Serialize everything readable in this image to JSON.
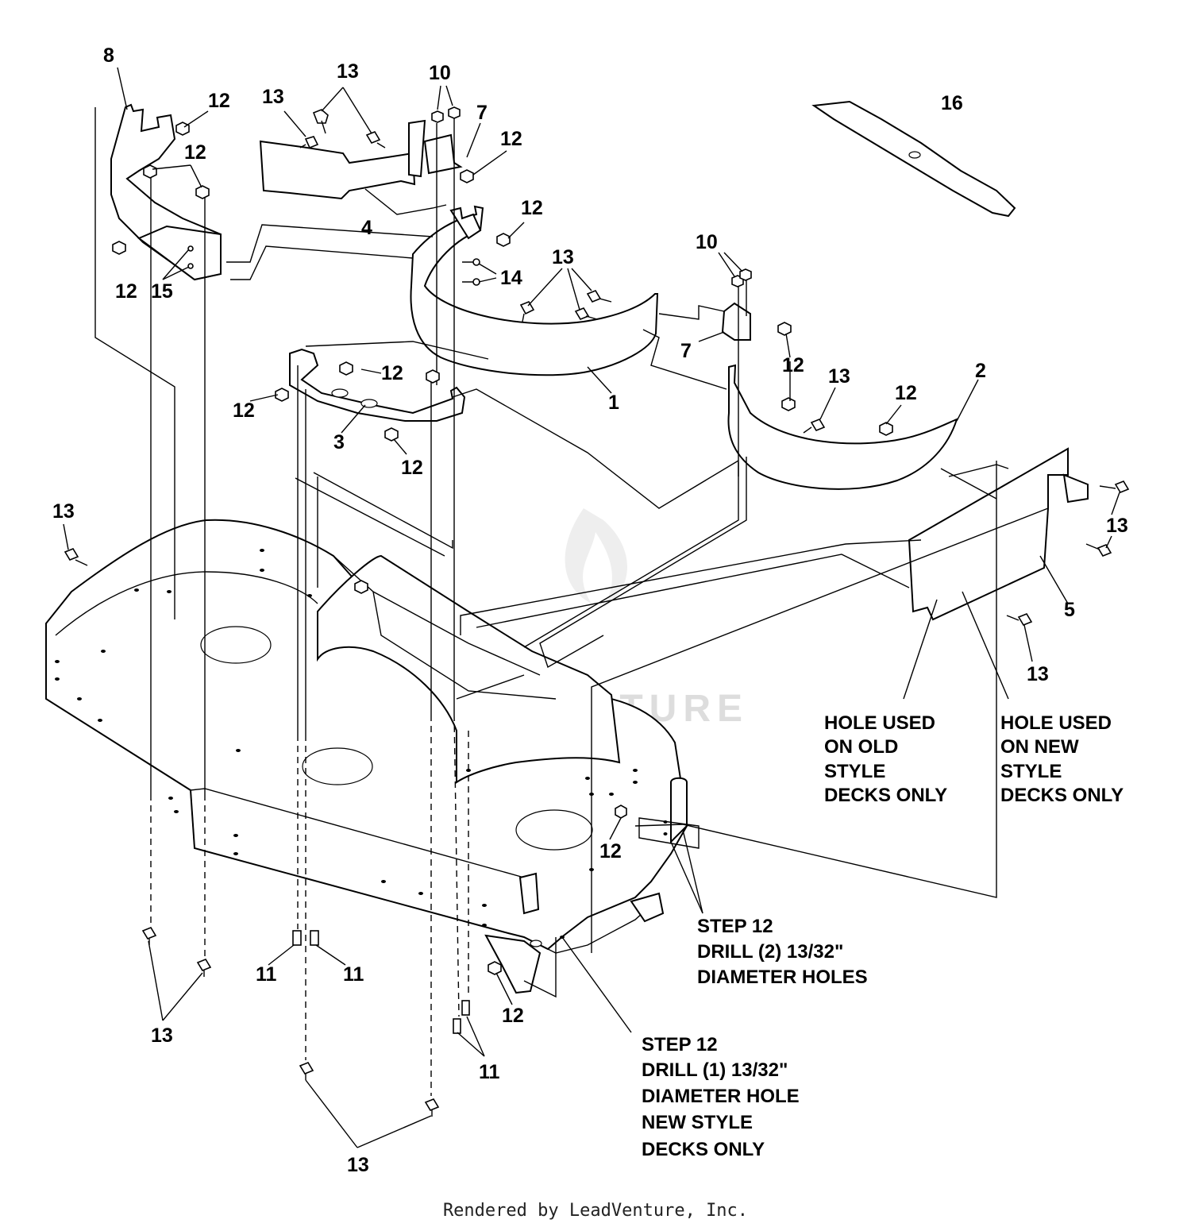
{
  "callouts": {
    "c8": "8",
    "c13a": "13",
    "c13b": "13",
    "c12a": "12",
    "c12b": "12",
    "c12c": "12",
    "c10a": "10",
    "c7a": "7",
    "c12d": "12",
    "c16": "16",
    "c4": "4",
    "c12e": "12",
    "c14": "14",
    "c15": "15",
    "c13c": "13",
    "c10b": "10",
    "c7b": "7",
    "c12f": "12",
    "c12g": "12",
    "c1": "1",
    "c12h": "12",
    "c13d": "13",
    "c12i": "12",
    "c2": "2",
    "c3": "3",
    "c12j": "12",
    "c13e": "13",
    "c13f": "13",
    "c5": "5",
    "c13g": "13",
    "c12k": "12",
    "c11a": "11",
    "c11b": "11",
    "c13h": "13",
    "c12l": "12",
    "c11c": "11",
    "c13i": "13"
  },
  "notes": {
    "old_hole": [
      "HOLE USED",
      "ON OLD",
      "STYLE",
      "DECKS ONLY"
    ],
    "new_hole": [
      "HOLE USED",
      "ON NEW",
      "STYLE",
      "DECKS ONLY"
    ],
    "step12_two": [
      "STEP 12",
      "DRILL (2) 13/32\"",
      "DIAMETER HOLES"
    ],
    "step12_one": [
      "STEP 12",
      "DRILL (1) 13/32\"",
      "DIAMETER HOLE",
      "NEW STYLE",
      "DECKS ONLY"
    ]
  },
  "watermark": "LEADVENTURE",
  "footer": "Rendered by LeadVenture, Inc."
}
